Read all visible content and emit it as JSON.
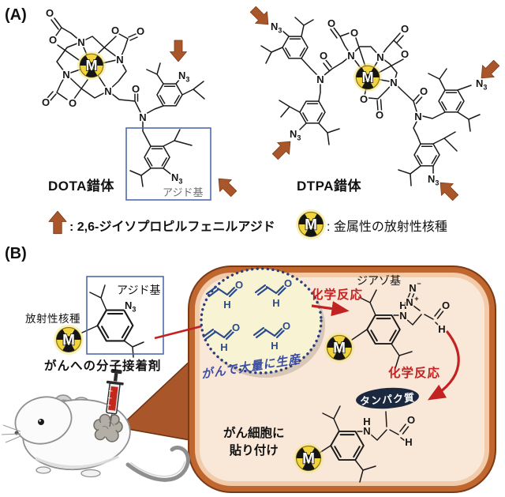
{
  "figure": {
    "panelA": {
      "tag": "(A)",
      "dota_caption": "DOTA錯体",
      "dtpa_caption": "DTPA錯体",
      "azide_box_label": "アジド基"
    },
    "legend": {
      "arrow_meaning": ": 2,6-ジイソプロピルフェニルアジド",
      "m_meaning": ": 金属性の放射性核種"
    },
    "panelB": {
      "tag": "(B)",
      "radionuclide_label": "放射性核種",
      "azide_box_label": "アジド基",
      "adhesive_caption": "がんへの分子接着剤",
      "produced_label": "がんで大量に生産",
      "diazo_label": "ジアゾ基",
      "reaction_label_1": "化学反応",
      "reaction_label_2": "化学反応",
      "protein_badge": "タンパク質",
      "attach_caption": "がん細胞に\n貼り付け"
    }
  },
  "atoms": {
    "M": "M",
    "N": "N",
    "O": "O",
    "H": "H",
    "sub3": "3",
    "plus": "+",
    "minus": "−"
  },
  "icons": [
    "radiation-m-icon",
    "block-arrow-icon"
  ],
  "colors": {
    "arrow_brown": "#a9562b",
    "cell_border": "#c0672f",
    "cell_outline": "#7a3a16",
    "cell_highlight": "#f2cbaa",
    "cell_fill": "#f9e7d8",
    "vesicle_fill": "#f7f3d3",
    "vesicle_dots": "#2e3d7a",
    "acrolein_blue": "#2b4a8c",
    "reaction_red": "#c32222",
    "produced_blue": "#3c4da6",
    "protein_badge_bg": "#1c2840",
    "highlight_box_blue": "#4f6cab",
    "m_disc_yellow": "#f2d53e"
  }
}
